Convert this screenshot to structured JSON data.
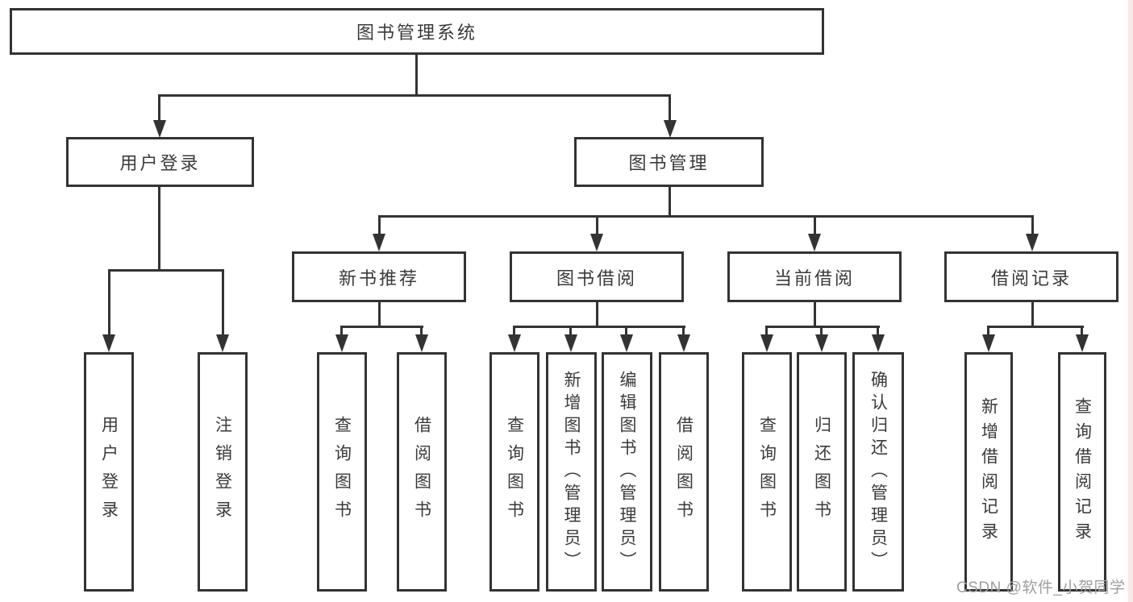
{
  "diagram": {
    "title": "图书管理系统",
    "branches": [
      {
        "label": "用户登录",
        "leaves": [
          "用户登录",
          "注销登录"
        ]
      },
      {
        "label": "图书管理",
        "groups": [
          {
            "label": "新书推荐",
            "leaves": [
              "查询图书",
              "借阅图书"
            ]
          },
          {
            "label": "图书借阅",
            "leaves": [
              "查询图书",
              "新增图书（管理员）",
              "编辑图书（管理员）",
              "借阅图书"
            ]
          },
          {
            "label": "当前借阅",
            "leaves": [
              "查询图书",
              "归还图书",
              "确认归还（管理员）"
            ]
          },
          {
            "label": "借阅记录",
            "leaves": [
              "新增借阅记录",
              "查询借阅记录"
            ]
          }
        ]
      }
    ]
  },
  "watermark": {
    "text": "CSDN @软件_小贺同学"
  },
  "colors": {
    "line": "#333333",
    "node_border": "#333333",
    "text": "#3a3a3a",
    "watermark_text": "#9e9e9e",
    "right_edge_strip": "#fbe9e7",
    "background": "#ffffff"
  }
}
